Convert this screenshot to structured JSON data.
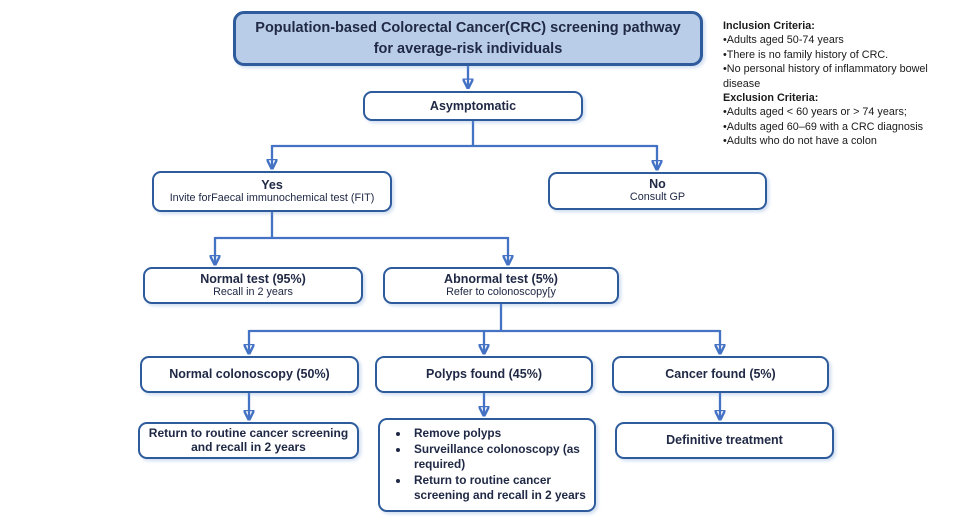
{
  "colors": {
    "box_border": "#2e5b9c",
    "title_fill": "#b9cde8",
    "connector": "#4472c4",
    "box_text": "#202945",
    "criteria_text": "#1a1a1a"
  },
  "title": "Population-based Colorectal Cancer(CRC) screening pathway for average-risk individuals",
  "criteria": {
    "inclusion_header": "Inclusion Criteria:",
    "inclusion_items": [
      "•Adults aged 50-74 years",
      "•There is no family history of CRC.",
      "•No personal history of inflammatory bowel disease"
    ],
    "exclusion_header": "Exclusion Criteria:",
    "exclusion_items": [
      "•Adults aged < 60 years or > 74 years;",
      "•Adults aged 60–69 with a CRC diagnosis",
      "•Adults who do not have a colon"
    ]
  },
  "nodes": {
    "asymptomatic": {
      "title": "Asymptomatic"
    },
    "yes": {
      "title": "Yes",
      "subtitle": "Invite forFaecal immunochemical test (FIT)"
    },
    "no": {
      "title": "No",
      "subtitle": "Consult GP"
    },
    "normal_test": {
      "title": "Normal test (95%)",
      "subtitle": "Recall in 2 years"
    },
    "abnormal_test": {
      "title": "Abnormal test (5%)",
      "subtitle": "Refer to colonoscopy[y"
    },
    "normal_colonoscopy": {
      "title": "Normal colonoscopy (50%)"
    },
    "polyps_found": {
      "title": "Polyps found (45%)"
    },
    "cancer_found": {
      "title": "Cancer found (5%)"
    },
    "return_routine": {
      "title": "Return to routine  cancer screening and recall in 2 years"
    },
    "polyps_actions": {
      "bullets": [
        "Remove polyps",
        "Surveillance colonoscopy (as required)",
        "Return to routine  cancer screening and recall in 2 years"
      ]
    },
    "definitive": {
      "title": "Definitive treatment"
    }
  }
}
